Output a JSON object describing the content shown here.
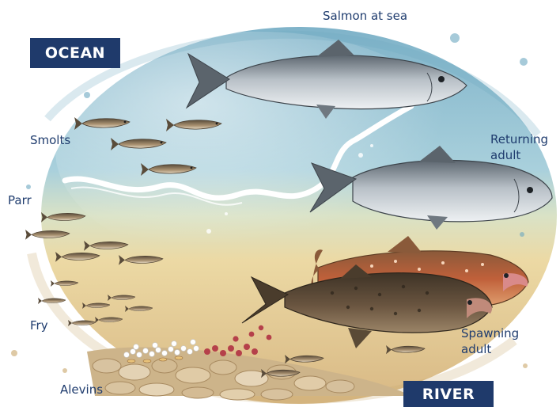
{
  "badges": {
    "ocean": "OCEAN",
    "river": "RIVER"
  },
  "labels": {
    "salmon_at_sea": "Salmon at sea",
    "smolts": "Smolts",
    "parr": "Parr",
    "returning_adult": "Returning adult",
    "fry": "Fry",
    "spawning_adult": "Spawning adult",
    "alevins": "Alevins"
  },
  "colors": {
    "label_text": "#1f3c6e",
    "badge_bg": "#1f3a6b",
    "ocean_blue": "#7fb3c9",
    "river_sand": "#e3c98e",
    "silver": "#b8c0c7",
    "spawning_brown": "#6a5540",
    "spawning_red": "#c0603a",
    "egg_red": "#b5404a"
  }
}
